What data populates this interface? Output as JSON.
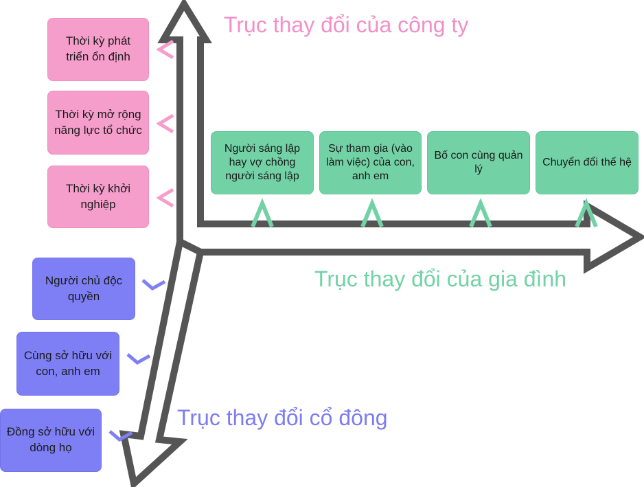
{
  "axes": {
    "company": "Trục thay đổi của công ty",
    "family": "Trục thay đổi của gia đình",
    "owner": "Trục thay đổi cổ đông"
  },
  "company_stages": [
    "Thời kỳ phát triển ổn định",
    "Thời kỳ mở rộng năng lực tổ chức",
    "Thời kỳ khởi nghiệp"
  ],
  "family_stages": [
    "Người sáng lập hay vợ chồng người sáng lập",
    "Sự tham gia (vào làm việc) của con, anh em",
    "Bố con cùng quản lý",
    "Chuyển đổi thế hệ"
  ],
  "owner_stages": [
    "Người chủ độc quyền",
    "Cùng sở hữu với con, anh em",
    "Đồng sở hữu với dòng họ"
  ],
  "colors": {
    "company": "#f59ecb",
    "family": "#72d2a6",
    "owner": "#7f7ff5",
    "axis": "#555555"
  }
}
